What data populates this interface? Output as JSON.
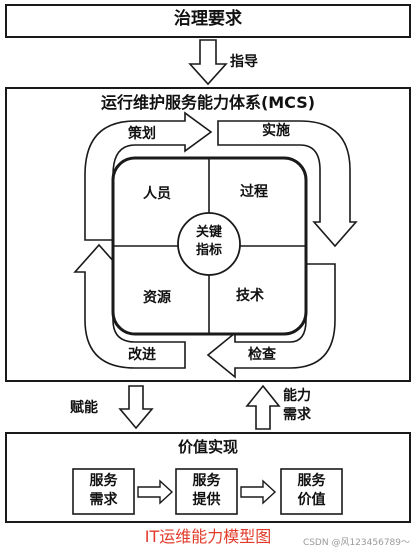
{
  "governance": {
    "title": "治理要求"
  },
  "guide_arrow": {
    "label": "指导"
  },
  "mcs": {
    "title": "运行维护服务能力体系(MCS)",
    "cycle": {
      "plan": "策划",
      "implement": "实施",
      "check": "检查",
      "improve": "改进"
    },
    "quadrants": {
      "people": "人员",
      "process": "过程",
      "resource": "资源",
      "technology": "技术"
    },
    "center": {
      "line1": "关键",
      "line2": "指标"
    }
  },
  "empower_arrow": {
    "label": "赋能"
  },
  "demand_arrow": {
    "line1": "能力",
    "line2": "需求"
  },
  "value": {
    "title": "价值实现",
    "steps": [
      {
        "line1": "服务",
        "line2": "需求"
      },
      {
        "line1": "服务",
        "line2": "提供"
      },
      {
        "line1": "服务",
        "line2": "价值"
      }
    ]
  },
  "caption": "IT运维能力模型图",
  "credit": "CSDN @风123456789～",
  "colors": {
    "caption": "#e23b2a",
    "stroke": "#1a1a1a"
  }
}
